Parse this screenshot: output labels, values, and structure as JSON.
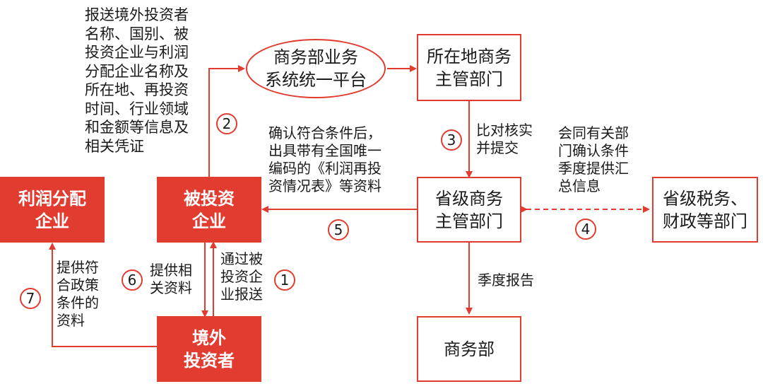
{
  "colors": {
    "accent": "#e23b30",
    "text": "#1a1a1a"
  },
  "nodes": {
    "profit_company": "利润分配\n企业",
    "invested_company": "被投资\n企业",
    "foreign_investor": "境外\n投资者",
    "mofcom_platform": "商务部业务\n系统统一平台",
    "local_commerce": "所在地商务\n主管部门",
    "provincial_commerce": "省级商务\n主管部门",
    "provincial_tax": "省级税务、\n财政等部门",
    "mofcom": "商务部"
  },
  "notes": {
    "report_info": "报送境外投资者\n名称、国别、被\n投资企业与利润\n分配企业名称及\n所在地、再投资\n时间、行业领域\n和金额等信息及\n相关凭证",
    "verify_submit": "比对核实\n并提交",
    "confirm_issue": "确认符合条件后，\n出具带有全国唯一\n编码的《利润再投\n资情况表》等资料",
    "quarterly_info": "会同有关部\n门确认条件\n季度提供汇\n总信息",
    "via_invested": "通过被\n投资企\n业报送",
    "provide_docs": "提供相\n关资料",
    "provide_policy": "提供符\n合政策\n条件的\n资料",
    "quarterly_report": "季度报告"
  },
  "steps": [
    "1",
    "2",
    "3",
    "4",
    "5",
    "6",
    "7"
  ]
}
